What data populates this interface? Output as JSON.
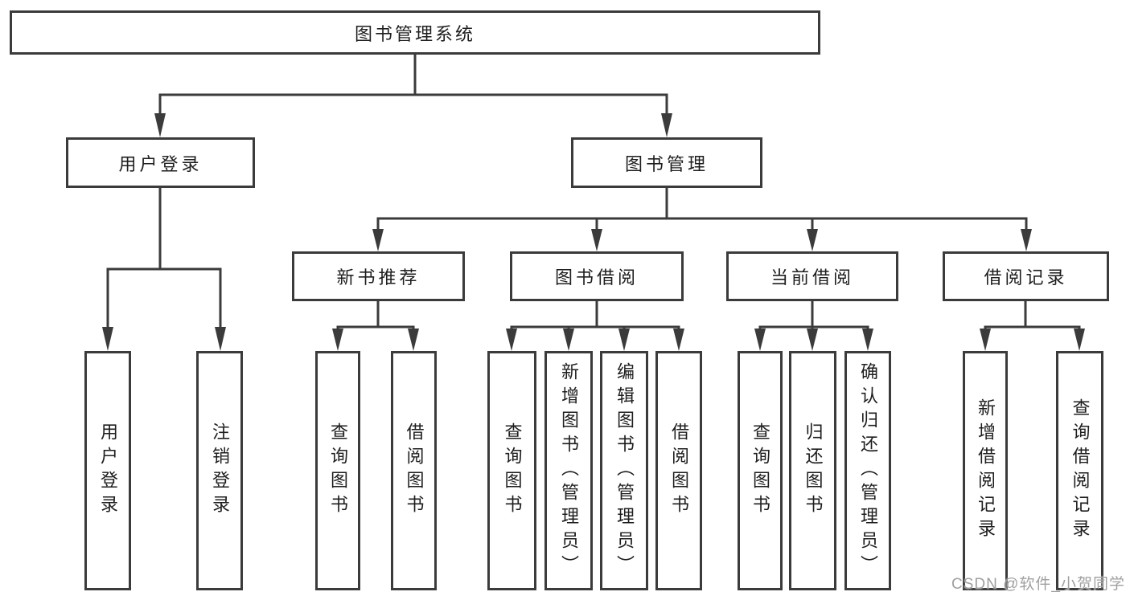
{
  "diagram": {
    "root": {
      "label": "图书管理系统"
    },
    "level2": [
      {
        "label": "用户登录"
      },
      {
        "label": "图书管理"
      }
    ],
    "level3": [
      {
        "label": "新书推荐"
      },
      {
        "label": "图书借阅"
      },
      {
        "label": "当前借阅"
      },
      {
        "label": "借阅记录"
      }
    ],
    "leaves": {
      "user_login": [
        "用户登录",
        "注销登录"
      ],
      "new_books": [
        "查询图书",
        "借阅图书"
      ],
      "book_borrow": [
        "查询图书",
        "新增图书（管理员）",
        "编辑图书（管理员）",
        "借阅图书"
      ],
      "current_borrow": [
        "查询图书",
        "归还图书",
        "确认归还（管理员）"
      ],
      "borrow_records": [
        "新增借阅记录",
        "查询借阅记录"
      ]
    },
    "watermark": "CSDN @软件_小贺同学",
    "colors": {
      "line": "#3b3b3b",
      "text": "#1e1e1e",
      "background": "#ffffff",
      "watermark": "#a0a0a0"
    }
  }
}
